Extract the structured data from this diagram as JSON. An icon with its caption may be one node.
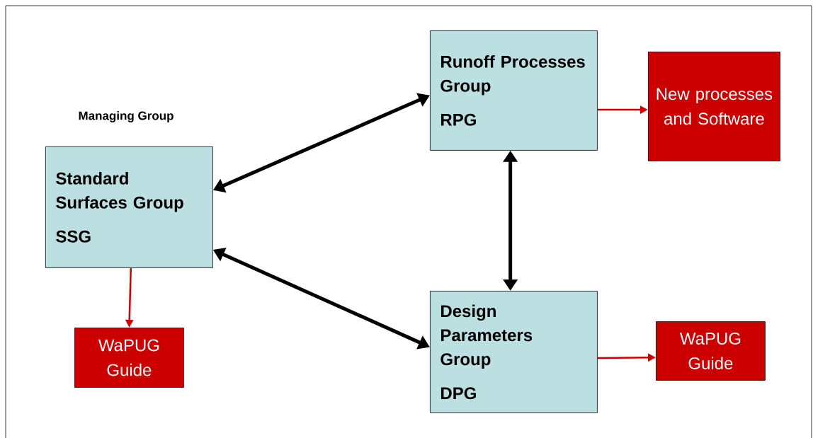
{
  "diagram": {
    "nodes": [
      {
        "text": [
          "Standard Surfaces Group",
          "SSG"
        ],
        "beside": [
          "Managing Group"
        ]
      },
      {
        "text": [
          "Runoff Processes Group",
          "RPG"
        ]
      },
      {
        "text": [
          "New processes and Software"
        ]
      },
      {
        "text": [
          "Design Parameters Group",
          "DPG"
        ]
      },
      {
        "text": [
          "WaPUG Guide"
        ]
      },
      {
        "text": [
          "WaPUG Guide"
        ]
      }
    ],
    "edges": [
      {
        "from": 0,
        "to": 1,
        "arrow": "both",
        "style": "thick",
        "color": "#000000"
      },
      {
        "from": 0,
        "to": 3,
        "arrow": "both",
        "style": "thick",
        "color": "#000000"
      },
      {
        "from": 1,
        "to": 3,
        "arrow": "both",
        "style": "thick",
        "color": "#000000"
      },
      {
        "from": 0,
        "to": 4,
        "arrow": "to",
        "color": "#cc0000"
      },
      {
        "from": 1,
        "to": 2,
        "arrow": "to",
        "color": "#cc0000"
      },
      {
        "from": 3,
        "to": 5,
        "arrow": "to",
        "color": "#cc0000"
      }
    ]
  }
}
